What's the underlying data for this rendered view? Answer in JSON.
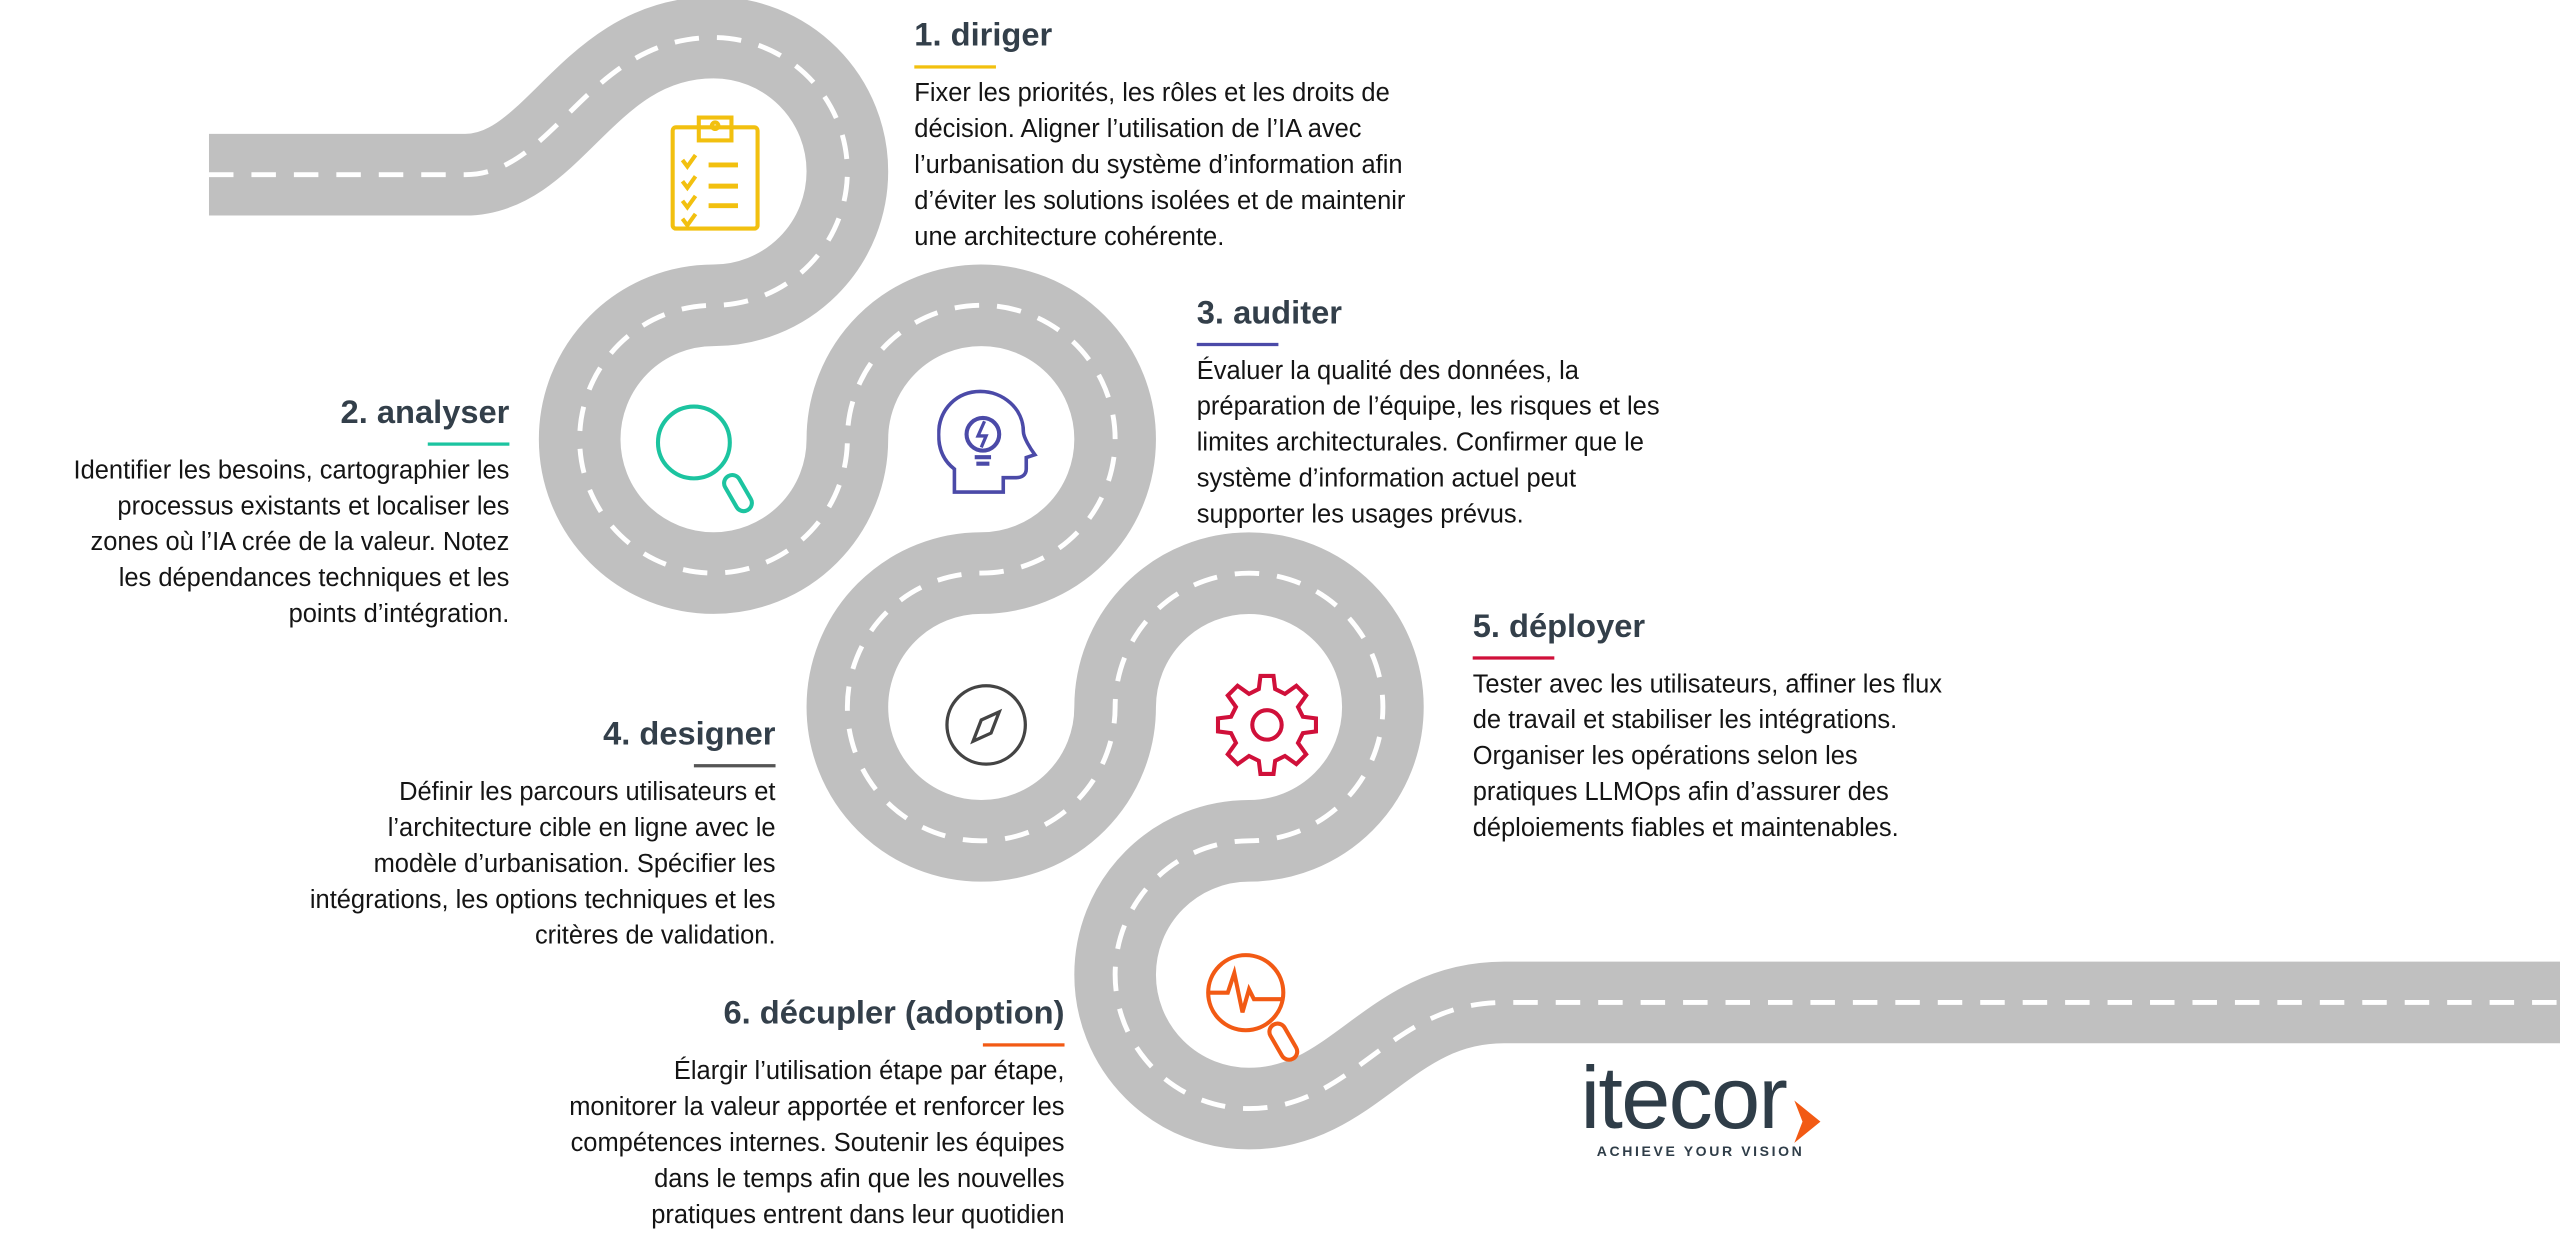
{
  "colors": {
    "road": "#c0c0c0",
    "lane": "#ffffff",
    "title": "#333f4a",
    "yellow": "#f2c00f",
    "teal": "#1cc4a0",
    "purple": "#4b4aa8",
    "gray": "#444444",
    "red": "#d0103a",
    "orange": "#f25a14"
  },
  "steps": [
    {
      "title": "1. diriger",
      "icon": "clipboard-checklist-icon",
      "lines": [
        "Fixer les priorités, les rôles et les droits de",
        "décision. Aligner l’utilisation de l’IA avec",
        "l’urbanisation du système d’information afin",
        "d’éviter les solutions isolées et de maintenir",
        "une architecture cohérente."
      ]
    },
    {
      "title": "2. analyser",
      "icon": "magnifier-icon",
      "lines": [
        "Identifier les besoins, cartographier les",
        "processus existants et localiser les",
        "zones où l’IA crée de la valeur. Notez",
        "les dépendances techniques et les",
        "points d’intégration."
      ]
    },
    {
      "title": "3. auditer",
      "icon": "head-lightbulb-icon",
      "lines": [
        "Évaluer la qualité des données, la",
        "préparation de l’équipe, les risques et les",
        "limites architecturales. Confirmer que le",
        "système d’information actuel peut",
        "supporter les usages prévus."
      ]
    },
    {
      "title": "4. designer",
      "icon": "compass-icon",
      "lines": [
        "Définir les parcours utilisateurs et",
        "l’architecture cible en ligne avec le",
        "modèle d’urbanisation. Spécifier les",
        "intégrations, les options techniques et les",
        "critères de validation."
      ]
    },
    {
      "title": "5. déployer",
      "icon": "gear-icon",
      "lines": [
        "Tester avec les utilisateurs, affiner les flux",
        "de travail et stabiliser les intégrations.",
        "Organiser les opérations selon les",
        "pratiques LLMOps afin d’assurer des",
        "déploiements fiables et maintenables."
      ]
    },
    {
      "title": "6. décupler (adoption)",
      "icon": "pulse-magnifier-icon",
      "lines": [
        "Élargir l’utilisation étape par étape,",
        "monitorer la valeur apportée et renforcer les",
        "compétences internes. Soutenir les équipes",
        "dans le temps afin que les nouvelles",
        "pratiques entrent dans leur quotidien"
      ]
    }
  ],
  "logo": {
    "name": "itecor",
    "tagline": "ACHIEVE YOUR VISION"
  }
}
